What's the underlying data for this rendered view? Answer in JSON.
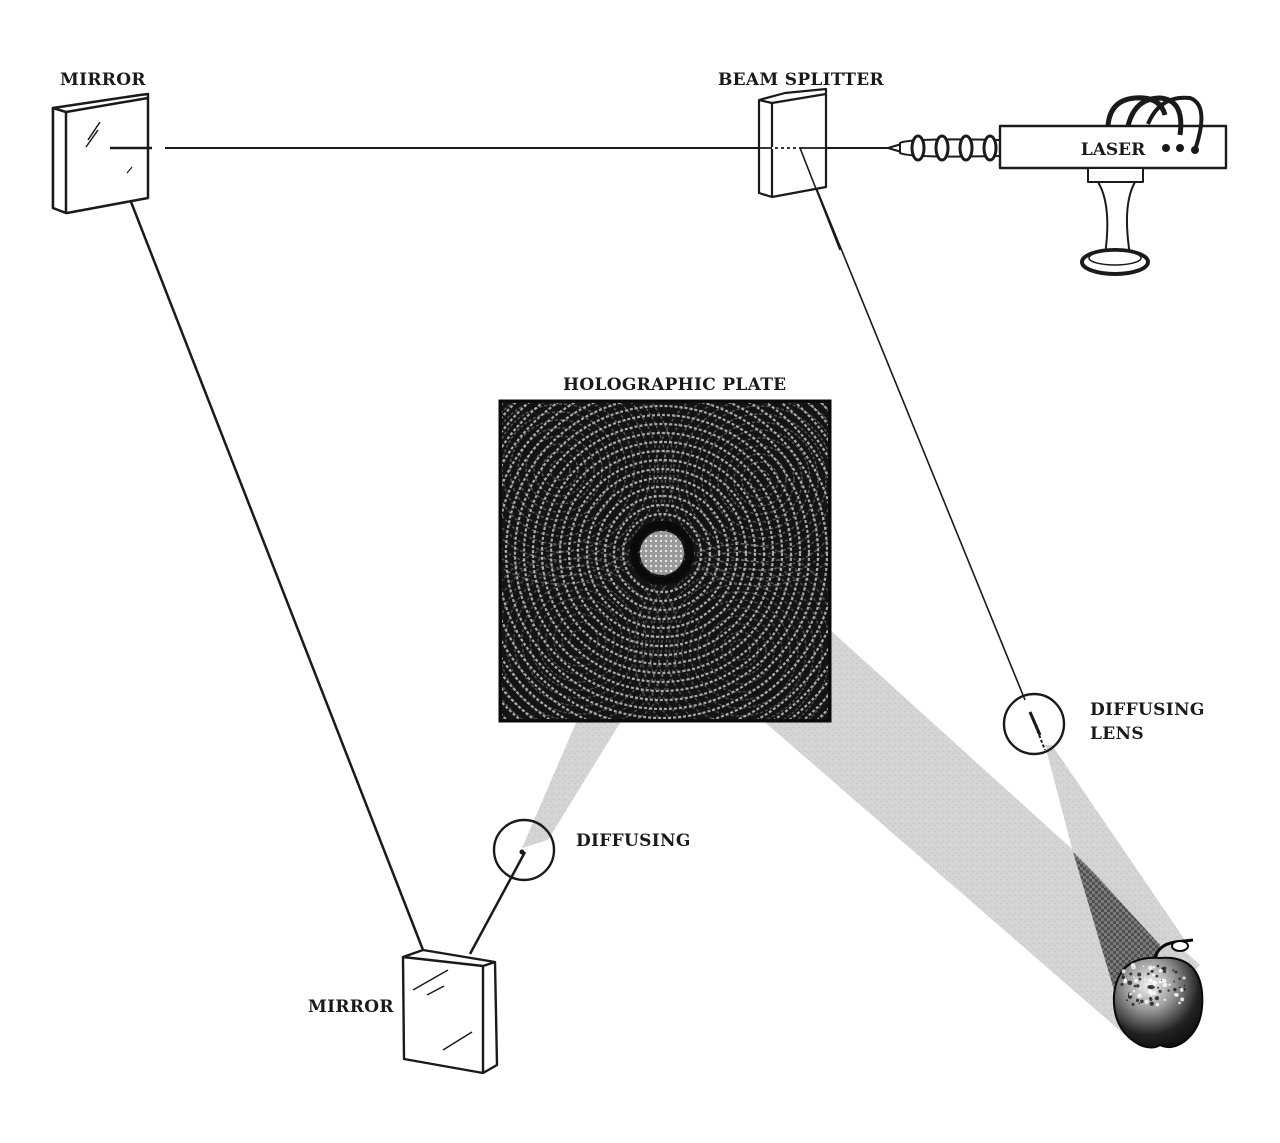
{
  "diagram": {
    "title": "Holography recording setup",
    "labels": {
      "mirror_top": "MIRROR",
      "beam_splitter": "BEAM SPLITTER",
      "laser": "LASER",
      "holographic_plate": "HOLOGRAPHIC PLATE",
      "diffusing_lens_right_line1": "DIFFUSING",
      "diffusing_lens_right_line2": "LENS",
      "diffusing_lens_left": "DIFFUSING",
      "mirror_bottom": "MIRROR"
    },
    "components": [
      {
        "id": "laser",
        "name": "Laser"
      },
      {
        "id": "beam-splitter",
        "name": "Beam splitter"
      },
      {
        "id": "mirror-top",
        "name": "Mirror (top-left)"
      },
      {
        "id": "mirror-bottom",
        "name": "Mirror (bottom)"
      },
      {
        "id": "diffusing-lens-left",
        "name": "Diffusing lens (reference beam)"
      },
      {
        "id": "diffusing-lens-right",
        "name": "Diffusing lens (object beam)"
      },
      {
        "id": "holographic-plate",
        "name": "Holographic plate"
      },
      {
        "id": "object-apple",
        "name": "Object (apple)"
      }
    ],
    "beam_paths": [
      {
        "from": "laser",
        "to": "beam-splitter"
      },
      {
        "from": "beam-splitter",
        "to": "mirror-top"
      },
      {
        "from": "mirror-top",
        "to": "mirror-bottom"
      },
      {
        "from": "mirror-bottom",
        "to": "diffusing-lens-left"
      },
      {
        "from": "diffusing-lens-left",
        "to": "holographic-plate"
      },
      {
        "from": "beam-splitter",
        "to": "diffusing-lens-right"
      },
      {
        "from": "diffusing-lens-right",
        "to": "object-apple"
      },
      {
        "from": "object-apple",
        "to": "holographic-plate"
      }
    ],
    "colors": {
      "ink": "#1a1a1a",
      "beam_fill": "#cfcfcf",
      "plate": "#141414",
      "background": "#ffffff"
    }
  }
}
